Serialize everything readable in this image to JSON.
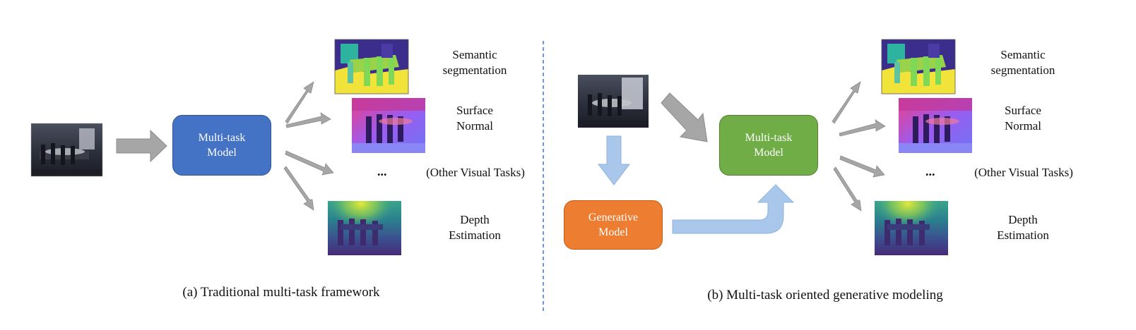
{
  "left_panel": {
    "model_label": "Multi-task\nModel",
    "caption": "(a) Traditional multi-task framework",
    "outputs": {
      "semantic": "Semantic\nsegmentation",
      "normal": "Surface\nNormal",
      "other": "(Other Visual Tasks)",
      "ellipsis": "...",
      "depth": "Depth\nEstimation"
    }
  },
  "right_panel": {
    "model_label": "Multi-task\nModel",
    "generative_label": "Generative\nModel",
    "caption": "(b) Multi-task oriented generative modeling",
    "outputs": {
      "semantic": "Semantic\nsegmentation",
      "normal": "Surface\nNormal",
      "other": "(Other Visual Tasks)",
      "ellipsis": "...",
      "depth": "Depth\nEstimation"
    }
  },
  "colors": {
    "multitask_left": "#4472c4",
    "multitask_right": "#70ad47",
    "generative": "#ed7d31",
    "arrow_gray": "#a6a6a6",
    "arrow_blue": "#a9c7ea",
    "divider": "#4472c4"
  }
}
